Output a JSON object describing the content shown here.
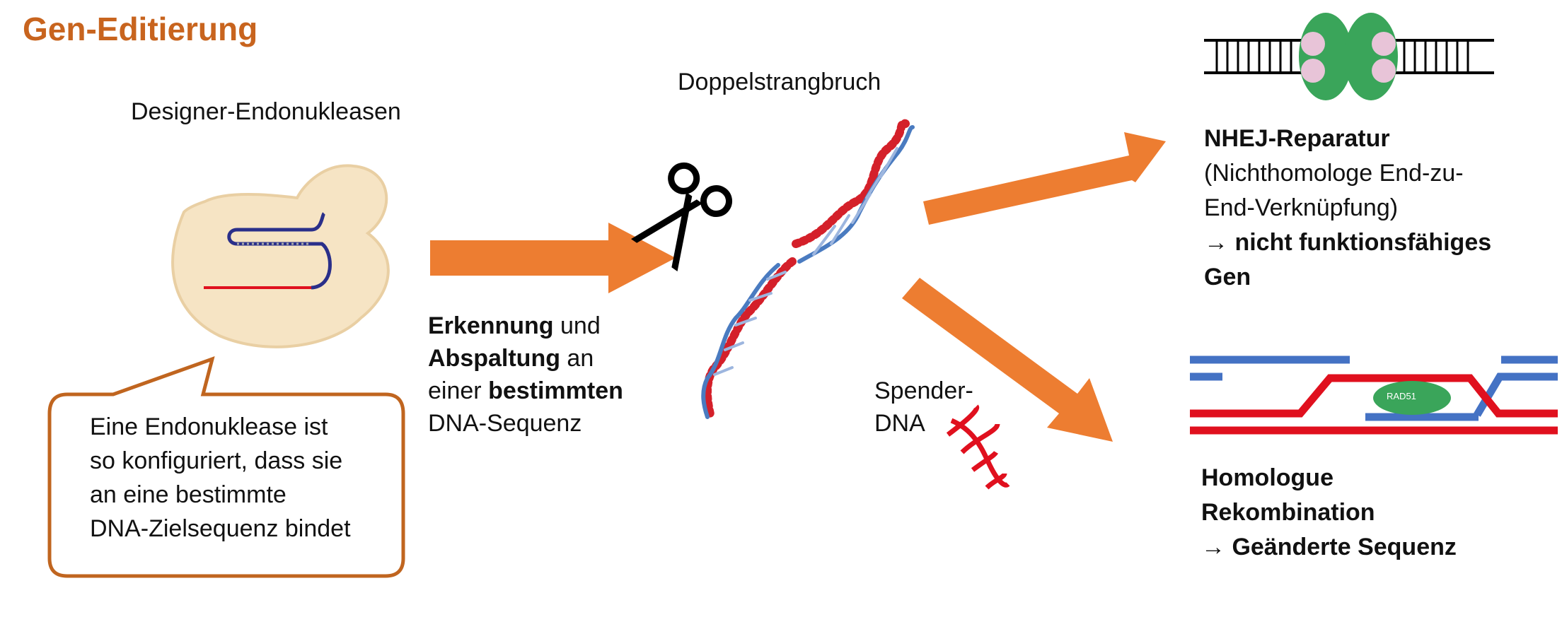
{
  "title": "Gen-Editierung",
  "labels": {
    "designer": "Designer-Endonukleasen",
    "dsb": "Doppelstrangbruch",
    "donor_line1": "Spender-",
    "donor_line2": "DNA"
  },
  "callout": {
    "line1": "Eine Endonuklease ist",
    "line2": "so konfiguriert, dass sie",
    "line3": "an eine bestimmte",
    "line4": "DNA-Zielsequenz bindet"
  },
  "recognition": {
    "w1_bold": "Erkennung",
    "w1_rest": " und",
    "w2_bold": "Abspaltung",
    "w2_rest": " an",
    "w3_pre": "einer ",
    "w3_bold": "bestimmten",
    "w4": "DNA-Sequenz"
  },
  "nhej": {
    "heading": "NHEJ-Reparatur",
    "line2": "(Nichthomologe End-zu-",
    "line3": "End-Verknüpfung)",
    "arrow": "→",
    "result1": "nicht funktionsfähiges",
    "result2": "Gen"
  },
  "hr": {
    "line1": "Homologue",
    "line2": "Rekombination",
    "arrow": "→",
    "result": "Geänderte Sequenz",
    "protein_label": "RAD51"
  },
  "colors": {
    "title": "#c8641e",
    "arrow": "#ed7d31",
    "callout_border": "#c0651f",
    "protein_fill": "#f6e4c4",
    "dna_red": "#e0101e",
    "dna_blue": "#4472c4",
    "nhej_green": "#3aa55a",
    "nhej_pink": "#e8c4d8"
  }
}
